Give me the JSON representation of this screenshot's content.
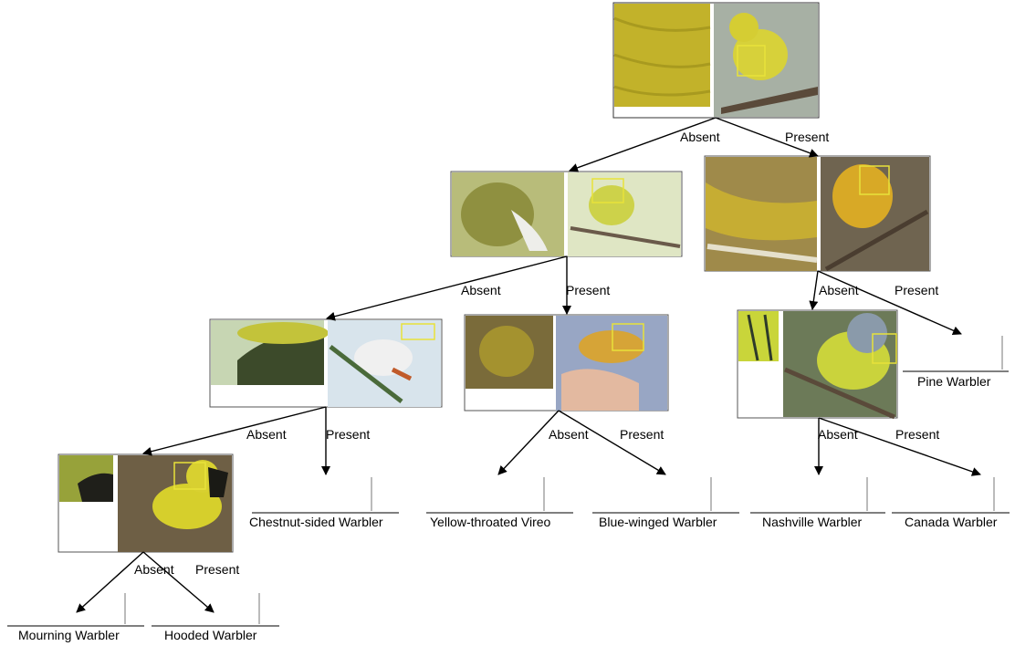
{
  "edge_labels": {
    "absent": "Absent",
    "present": "Present"
  },
  "leaves": {
    "mourning": "Mourning Warbler",
    "hooded": "Hooded Warbler",
    "chestnut": "Chestnut-sided Warbler",
    "yellow_throated": "Yellow-throated Vireo",
    "blue_winged": "Blue-winged Warbler",
    "nashville": "Nashville Warbler",
    "canada": "Canada Warbler",
    "pine": "Pine Warbler"
  },
  "colors": {
    "highlight_box": "#e8e23a",
    "edge": "#000000",
    "leaf_rule": "#777777"
  },
  "nodes": [
    {
      "id": "root",
      "icon": "yellow-bird-photo",
      "patch_palette": [
        "#b9a81c",
        "#d8cb48"
      ]
    },
    {
      "id": "n_left",
      "icon": "vireo-photo",
      "patch_palette": [
        "#8f8f3a",
        "#e5e7d6"
      ]
    },
    {
      "id": "n_right",
      "icon": "pine-warbler-photo",
      "patch_palette": [
        "#b69a32",
        "#6f6450"
      ]
    },
    {
      "id": "n_ll",
      "icon": "chestnut-warbler-photo",
      "patch_palette": [
        "#a5b03a",
        "#d9e4ea"
      ]
    },
    {
      "id": "n_lr",
      "icon": "blue-winged-photo",
      "patch_palette": [
        "#7a6b3a",
        "#d4a34a"
      ]
    },
    {
      "id": "n_rl",
      "icon": "canada-warbler-photo",
      "patch_palette": [
        "#c9d53a",
        "#7a8a5a"
      ]
    },
    {
      "id": "n_lll",
      "icon": "hooded-warbler-photo",
      "patch_palette": [
        "#97a23a",
        "#6e5f45"
      ]
    }
  ]
}
